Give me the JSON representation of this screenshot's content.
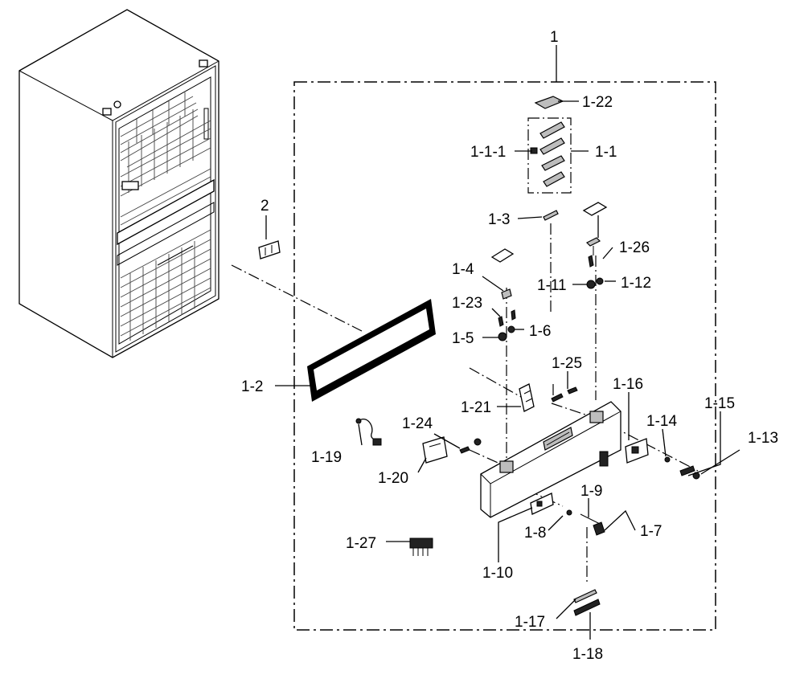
{
  "callouts": {
    "c1": "1",
    "c1_22": "1-22",
    "c1_1_1": "1-1-1",
    "c1_1": "1-1",
    "c2": "2",
    "c1_3": "1-3",
    "c1_26": "1-26",
    "c1_4": "1-4",
    "c1_11": "1-11",
    "c1_12": "1-12",
    "c1_23": "1-23",
    "c1_5": "1-5",
    "c1_6": "1-6",
    "c1_2": "1-2",
    "c1_25": "1-25",
    "c1_16": "1-16",
    "c1_15": "1-15",
    "c1_21": "1-21",
    "c1_14": "1-14",
    "c1_13": "1-13",
    "c1_24": "1-24",
    "c1_19": "1-19",
    "c1_20": "1-20",
    "c1_9": "1-9",
    "c1_8": "1-8",
    "c1_7": "1-7",
    "c1_27": "1-27",
    "c1_10": "1-10",
    "c1_17": "1-17",
    "c1_18": "1-18"
  }
}
